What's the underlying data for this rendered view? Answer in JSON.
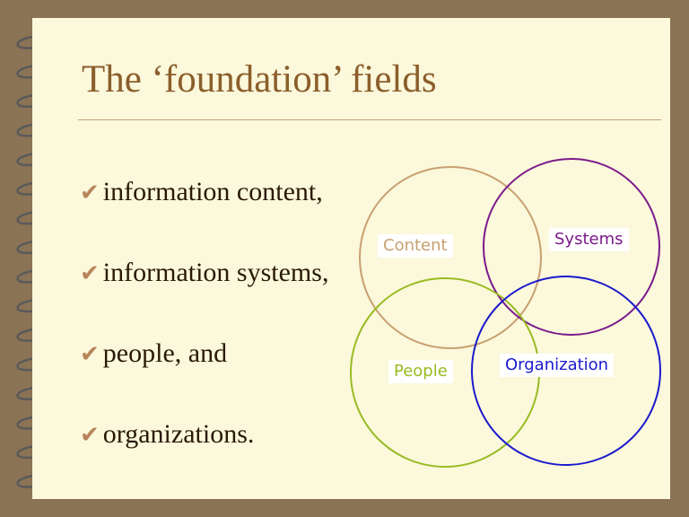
{
  "slide": {
    "title": "The ‘foundation’ fields",
    "check_glyph": "✔",
    "bullets": [
      "information content,",
      "information systems,",
      "people, and",
      "organizations."
    ]
  },
  "venn": {
    "sets": [
      {
        "label": "Content",
        "color": "#c8a070"
      },
      {
        "label": "Systems",
        "color": "#7a1a8a"
      },
      {
        "label": "People",
        "color": "#99bb22"
      },
      {
        "label": "Organization",
        "color": "#1a1acc"
      }
    ]
  },
  "colors": {
    "background": "#8b7355",
    "page": "#fbf8dc",
    "title": "#8b5e2b",
    "check": "#b8855a",
    "ring_metal": "#333333"
  }
}
